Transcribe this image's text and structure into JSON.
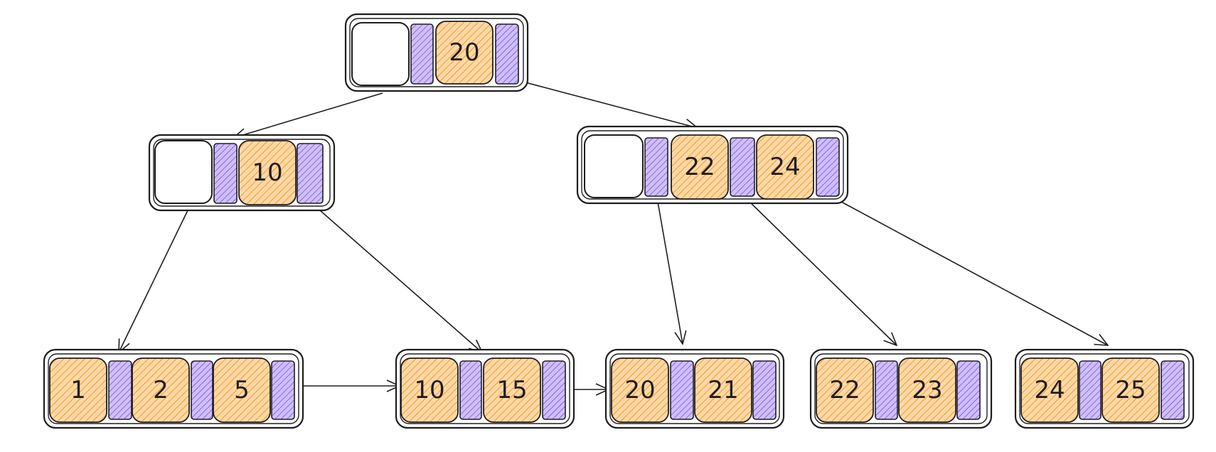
{
  "colors": {
    "key_fill": "#ffd8a8",
    "key_hatch": "#f08c00",
    "pointer_fill": "#d0bfff",
    "pointer_hatch": "#6741d9",
    "stroke": "#1e1e1e"
  },
  "nodes": {
    "root": {
      "keys": [
        "20"
      ]
    },
    "internal_left": {
      "keys": [
        "10"
      ]
    },
    "internal_right": {
      "keys": [
        "22",
        "24"
      ]
    },
    "leaf_1": {
      "keys": [
        "1",
        "2",
        "5"
      ]
    },
    "leaf_2": {
      "keys": [
        "10",
        "15"
      ]
    },
    "leaf_3": {
      "keys": [
        "20",
        "21"
      ]
    },
    "leaf_4": {
      "keys": [
        "22",
        "23"
      ]
    },
    "leaf_5": {
      "keys": [
        "24",
        "25"
      ]
    }
  }
}
